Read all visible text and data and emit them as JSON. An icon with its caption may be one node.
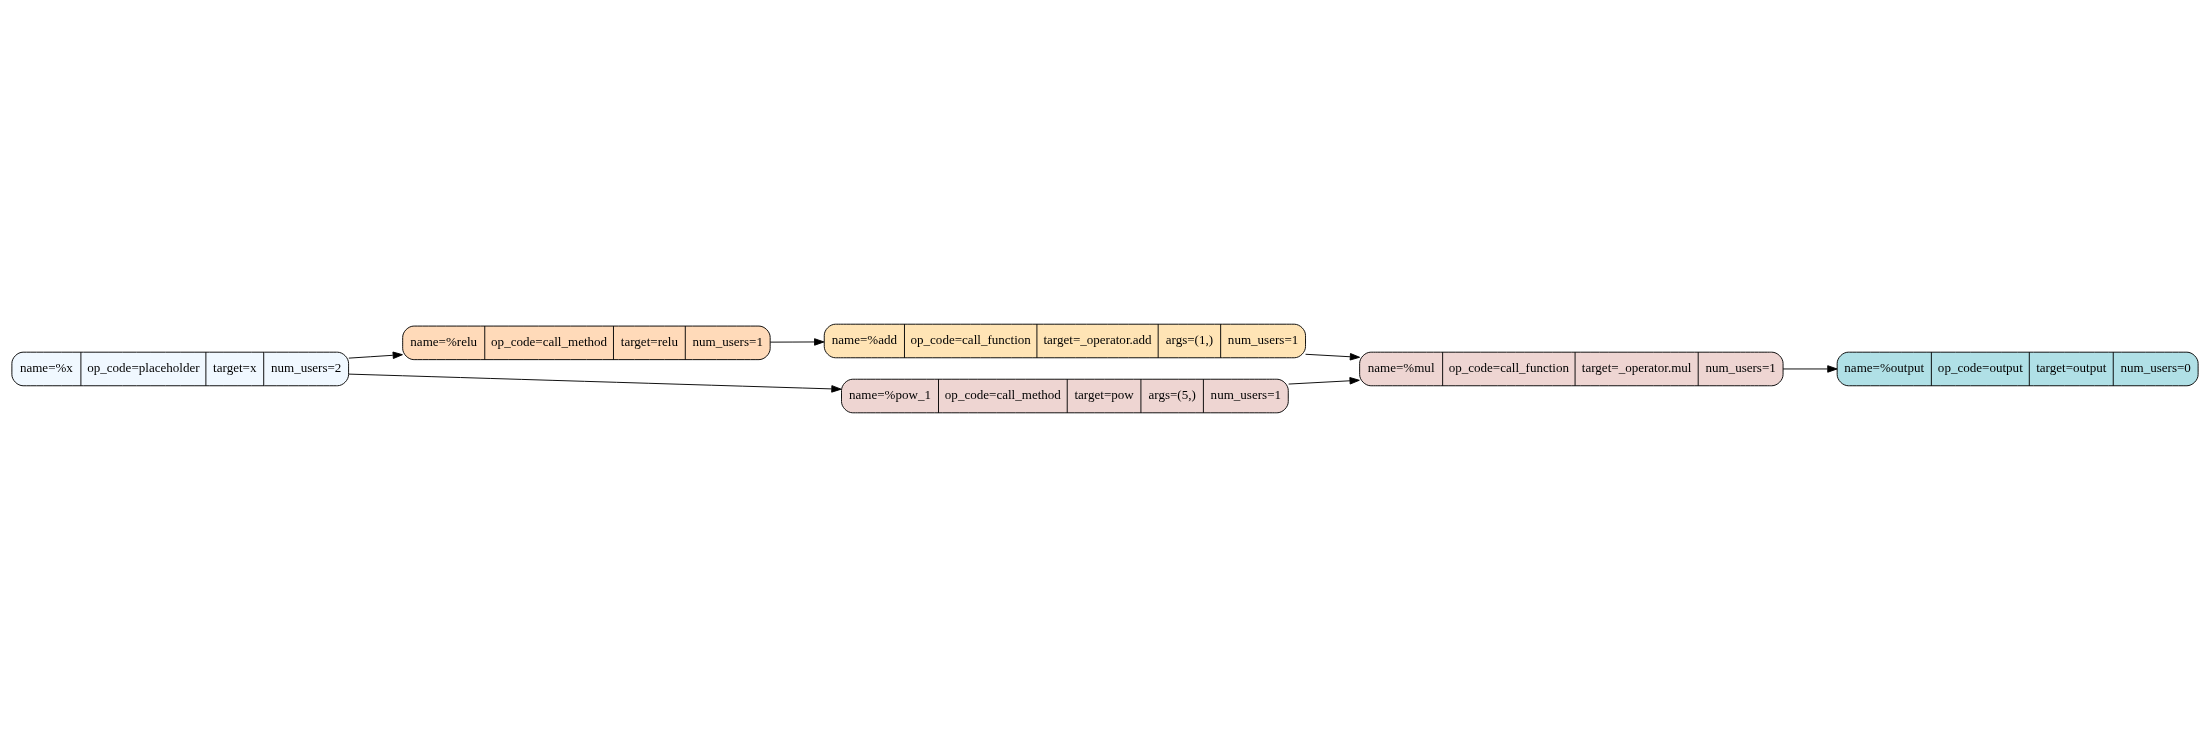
{
  "diagram": {
    "nodes": [
      {
        "text": [
          "name=%x",
          "op_code=placeholder",
          "target=x",
          "num_users=2"
        ]
      },
      {
        "text": [
          "name=%relu",
          "op_code=call_method",
          "target=relu",
          "num_users=1"
        ]
      },
      {
        "text": [
          "name=%add",
          "op_code=call_function",
          "target=_operator.add",
          "args=(1,)",
          "num_users=1"
        ]
      },
      {
        "text": [
          "name=%pow_1",
          "op_code=call_method",
          "target=pow",
          "args=(5,)",
          "num_users=1"
        ]
      },
      {
        "text": [
          "name=%mul",
          "op_code=call_function",
          "target=_operator.mul",
          "num_users=1"
        ]
      },
      {
        "text": [
          "name=%output",
          "op_code=output",
          "target=output",
          "num_users=0"
        ]
      }
    ],
    "edges": [
      {
        "from": 0,
        "to": 1,
        "arrow": "to"
      },
      {
        "from": 1,
        "to": 2,
        "arrow": "to"
      },
      {
        "from": 0,
        "to": 3,
        "arrow": "to"
      },
      {
        "from": 2,
        "to": 4,
        "arrow": "to"
      },
      {
        "from": 3,
        "to": 4,
        "arrow": "to"
      },
      {
        "from": 4,
        "to": 5,
        "arrow": "to"
      }
    ]
  }
}
